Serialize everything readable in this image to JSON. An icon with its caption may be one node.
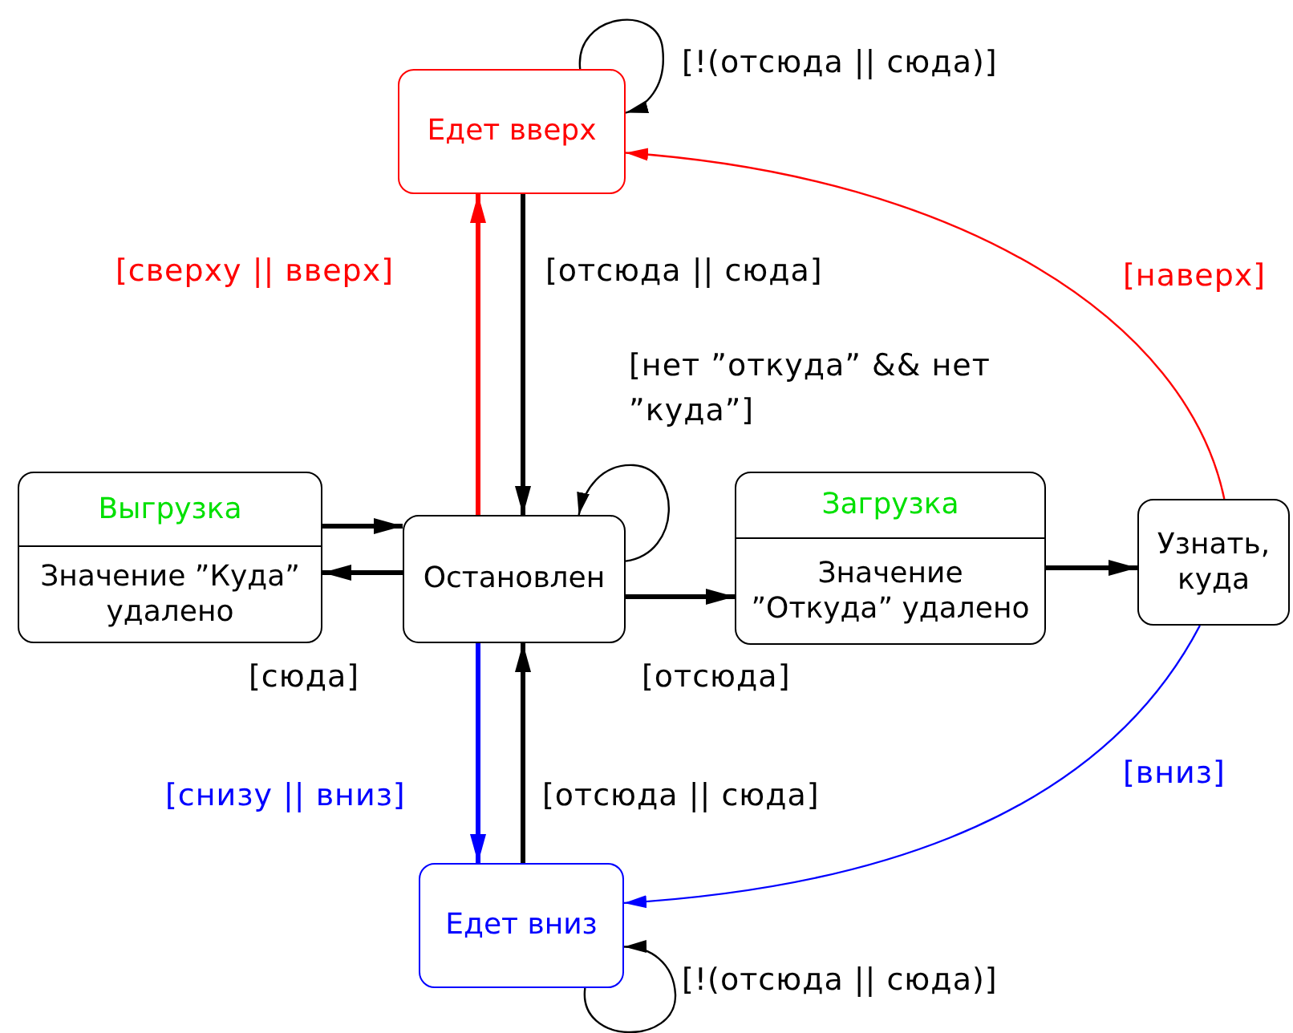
{
  "diagram": {
    "nodes": [
      {
        "text": [
          "Едет вверх"
        ]
      },
      {
        "text": [
          "Выгрузка",
          "Значение ”Куда” удалено"
        ]
      },
      {
        "text": [
          "Остановлен"
        ]
      },
      {
        "text": [
          "Загрузка",
          "Значение ”Откуда” удалено"
        ]
      },
      {
        "text": [
          "Узнать, куда"
        ]
      },
      {
        "text": [
          "Едет вниз"
        ]
      }
    ],
    "edges": [
      {
        "from": 2,
        "to": 0,
        "arrow": "to",
        "label": "[сверху || вверх]",
        "color": "#ff0000"
      },
      {
        "from": 0,
        "to": 2,
        "arrow": "to",
        "label": "[отсюда || сюда]"
      },
      {
        "from": 0,
        "to": 0,
        "arrow": "to",
        "label": "[!(отсюда || сюда)]"
      },
      {
        "from": 2,
        "to": 2,
        "arrow": "to",
        "label": "[нет ”откуда” && нет ”куда”]"
      },
      {
        "from": 1,
        "to": 2,
        "arrow": "to"
      },
      {
        "from": 2,
        "to": 1,
        "arrow": "to",
        "label": "[сюда]"
      },
      {
        "from": 2,
        "to": 3,
        "arrow": "to",
        "label": "[отсюда]"
      },
      {
        "from": 3,
        "to": 4,
        "arrow": "to"
      },
      {
        "from": 4,
        "to": 0,
        "arrow": "to",
        "label": "[наверх]",
        "color": "#ff0000"
      },
      {
        "from": 4,
        "to": 5,
        "arrow": "to",
        "label": "[вниз]",
        "color": "#0000ff"
      },
      {
        "from": 2,
        "to": 5,
        "arrow": "to",
        "label": "[снизу || вниз]",
        "color": "#0000ff"
      },
      {
        "from": 5,
        "to": 2,
        "arrow": "to",
        "label": "[отсюда || сюда]"
      },
      {
        "from": 5,
        "to": 5,
        "arrow": "to",
        "label": "[!(отсюда || сюда)]"
      }
    ]
  }
}
